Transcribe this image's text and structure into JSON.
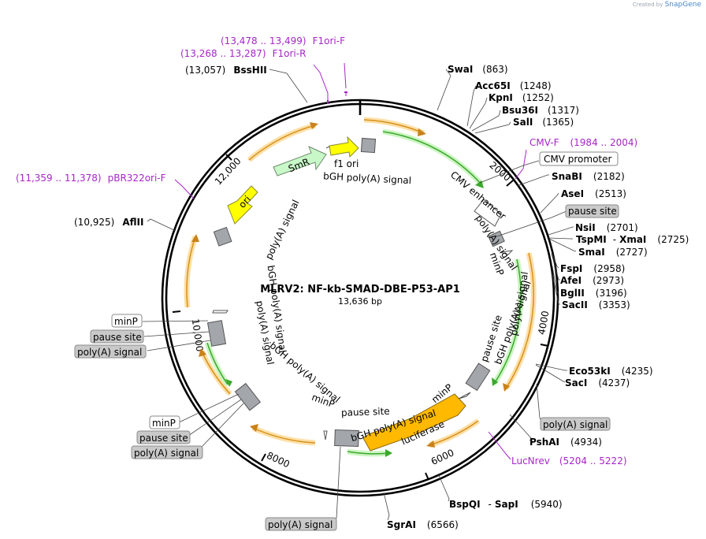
{
  "credit": {
    "prefix": "Created by",
    "brand": "SnapGene"
  },
  "plasmid": {
    "name": "MLRV2: NF-kb-SMAD-DBE-P53-AP1",
    "size": "13,636 bp"
  },
  "ticks": [
    {
      "label": "2000",
      "pos": 2000
    },
    {
      "label": "4000",
      "pos": 4000
    },
    {
      "label": "6000",
      "pos": 6000
    },
    {
      "label": "8000",
      "pos": 8000
    },
    {
      "label": "10,000",
      "pos": 10000
    },
    {
      "label": "12,000",
      "pos": 12000
    }
  ],
  "enzymes_right": [
    {
      "name": "SwaI",
      "pos": "(863)"
    },
    {
      "name": "Acc65I",
      "pos": "(1248)"
    },
    {
      "name": "KpnI",
      "pos": "(1252)"
    },
    {
      "name": "Bsu36I",
      "pos": "(1317)"
    },
    {
      "name": "SalI",
      "pos": "(1365)"
    },
    {
      "name": "SnaBI",
      "pos": "(2182)"
    },
    {
      "name": "AseI",
      "pos": "(2513)"
    },
    {
      "name": "NsiI",
      "pos": "(2701)"
    },
    {
      "name": "TspMI",
      "name2": "XmaI",
      "pos": "(2725)"
    },
    {
      "name": "SmaI",
      "pos": "(2727)"
    },
    {
      "name": "FspI",
      "pos": "(2958)"
    },
    {
      "name": "AfeI",
      "pos": "(2973)"
    },
    {
      "name": "BglII",
      "pos": "(3196)"
    },
    {
      "name": "SacII",
      "pos": "(3353)"
    },
    {
      "name": "Eco53kI",
      "pos": "(4235)"
    },
    {
      "name": "SacI",
      "pos": "(4237)"
    },
    {
      "name": "PshAI",
      "pos": "(4934)"
    },
    {
      "name": "BspQI",
      "name2": "SapI",
      "pos": "(5940)"
    },
    {
      "name": "SgrAI",
      "pos": "(6566)"
    }
  ],
  "enzymes_left": [
    {
      "name": "BssHII",
      "pos": "(13,057)"
    },
    {
      "name": "AflII",
      "pos": "(10,925)"
    }
  ],
  "primers": [
    {
      "name": "F1ori-F",
      "range": "(13,478 .. 13,499)"
    },
    {
      "name": "F1ori-R",
      "range": "(13,268 .. 13,287)"
    },
    {
      "name": "CMV-F",
      "range": "(1984 .. 2004)"
    },
    {
      "name": "pBR322ori-F",
      "range": "(11,359 .. 11,378)"
    },
    {
      "name": "LucNrev",
      "range": "(5204 .. 5222)"
    }
  ],
  "callouts": [
    {
      "label": "CMV promoter",
      "style": "white"
    },
    {
      "label": "pause site",
      "style": "gray"
    },
    {
      "label": "poly(A) signal",
      "style": "gray"
    },
    {
      "label": "poly(A) signal",
      "style": "gray"
    },
    {
      "label": "minP",
      "style": "white"
    },
    {
      "label": "pause site",
      "style": "gray"
    },
    {
      "label": "poly(A) signal",
      "style": "gray"
    },
    {
      "label": "minP",
      "style": "white"
    },
    {
      "label": "pause site",
      "style": "gray"
    },
    {
      "label": "poly(A) signal",
      "style": "gray"
    }
  ],
  "features": {
    "smr": "SmR",
    "ori": "ori",
    "f1ori": "f1 ori",
    "luciferase": "luciferase",
    "inner": [
      "bGH poly(A) signal",
      "CMV enhancer",
      "poly(A) signal",
      "minP",
      "poly(A) signal",
      "pause site",
      "bGH poly(A) signal",
      "minP",
      "pause site",
      "bGH poly(A) signal",
      "minP",
      "bGH poly(A) signal",
      "poly(A) signal",
      "bGH poly(A) signal",
      "poly(A) signal"
    ]
  },
  "colors": {
    "smr": "#c8f7c8",
    "ori": "#ffff00",
    "f1ori": "#ffff00",
    "luciferase": "#ffb900",
    "orange_arrow": "#f7a61b",
    "green_arrow": "#4bbf3a",
    "primer": "#a626c7",
    "box_gray": "#c9c9c9"
  }
}
